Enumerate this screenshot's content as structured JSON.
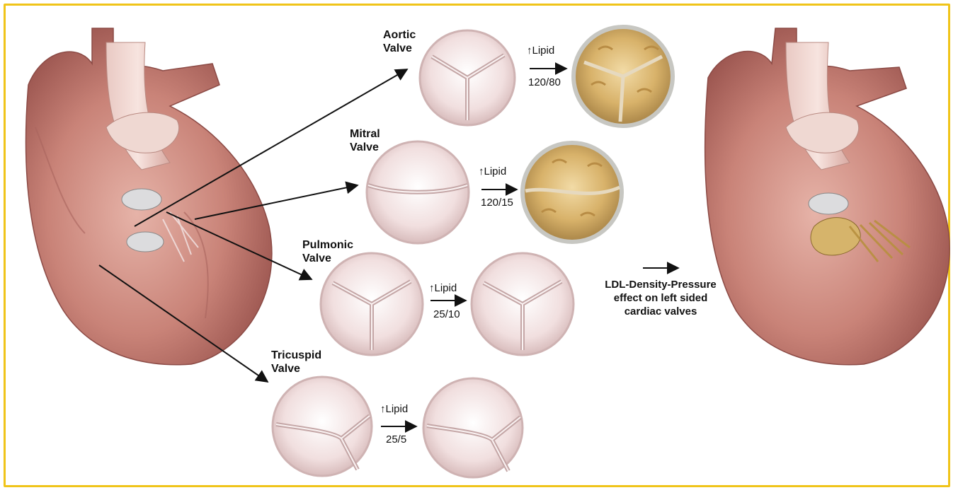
{
  "valves": [
    {
      "name_line1": "Aortic",
      "name_line2": "Valve",
      "lipid": "↑Lipid",
      "pressure": "120/80",
      "diseased": true
    },
    {
      "name_line1": "Mitral",
      "name_line2": "Valve",
      "lipid": "↑Lipid",
      "pressure": "120/15",
      "diseased": true
    },
    {
      "name_line1": "Pulmonic",
      "name_line2": "Valve",
      "lipid": "↑Lipid",
      "pressure": "25/10",
      "diseased": false
    },
    {
      "name_line1": "Tricuspid",
      "name_line2": "Valve",
      "lipid": "↑Lipid",
      "pressure": "25/5",
      "diseased": false
    }
  ],
  "caption": {
    "line1": "LDL-Density-Pressure",
    "line2": "effect on left sided",
    "line3": "cardiac valves"
  },
  "colors": {
    "frame": "#f0c419",
    "valve_normal": "#efdcdc",
    "valve_diseased": "#d9b46a",
    "heart": "#c9877f"
  }
}
